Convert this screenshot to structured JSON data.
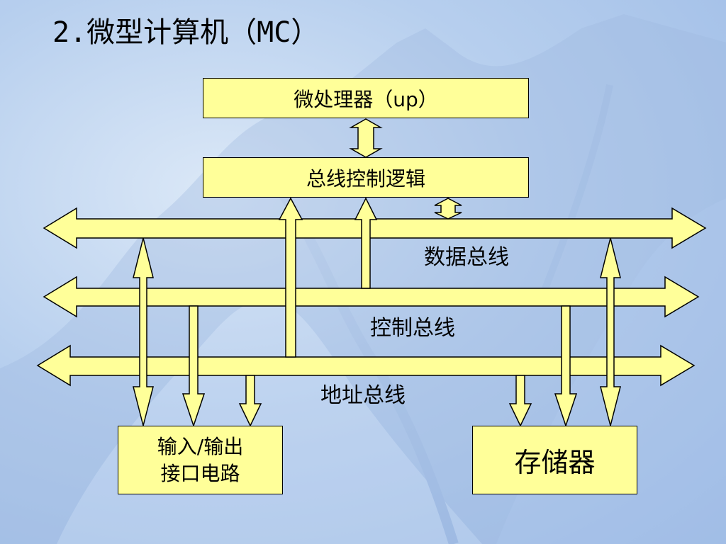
{
  "slide": {
    "title": "2.微型计算机（MC）"
  },
  "blocks": {
    "microprocessor": "微处理器（up）",
    "bus_control_logic": "总线控制逻辑",
    "io_interface_line1": "输入/输出",
    "io_interface_line2": "接口电路",
    "memory": "存储器"
  },
  "buses": {
    "data_bus": "数据总线",
    "control_bus": "控制总线",
    "address_bus": "地址总线"
  },
  "colors": {
    "block_fill": "#ffff99",
    "stroke": "#000000",
    "background": "#b7cfee"
  }
}
